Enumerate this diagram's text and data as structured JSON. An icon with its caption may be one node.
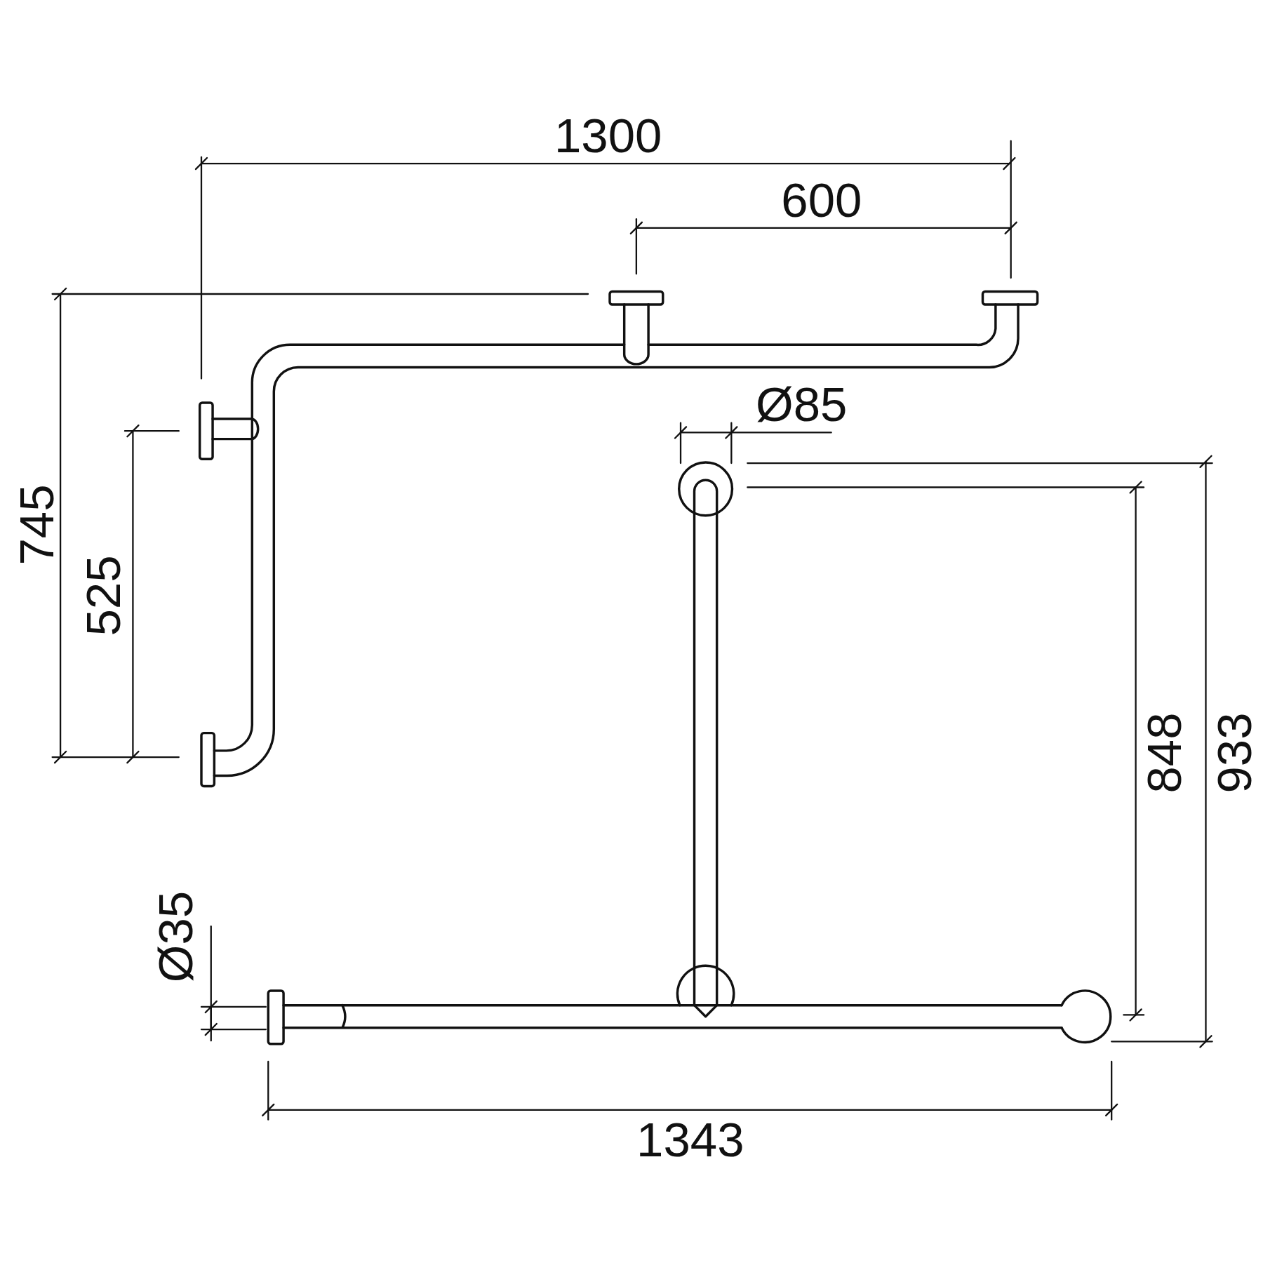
{
  "diagram": {
    "labels": [
      "1300",
      "600",
      "745",
      "525",
      "Ø85",
      "848",
      "933",
      "Ø35",
      "1343"
    ]
  }
}
